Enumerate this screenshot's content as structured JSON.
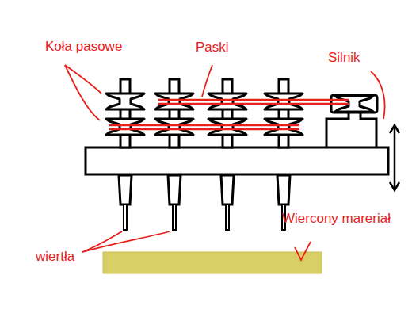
{
  "diagram": {
    "labels": [
      "Koła pasowe",
      "Paski",
      "Silnik",
      "Wiercony mareriał",
      "wiertła"
    ]
  }
}
